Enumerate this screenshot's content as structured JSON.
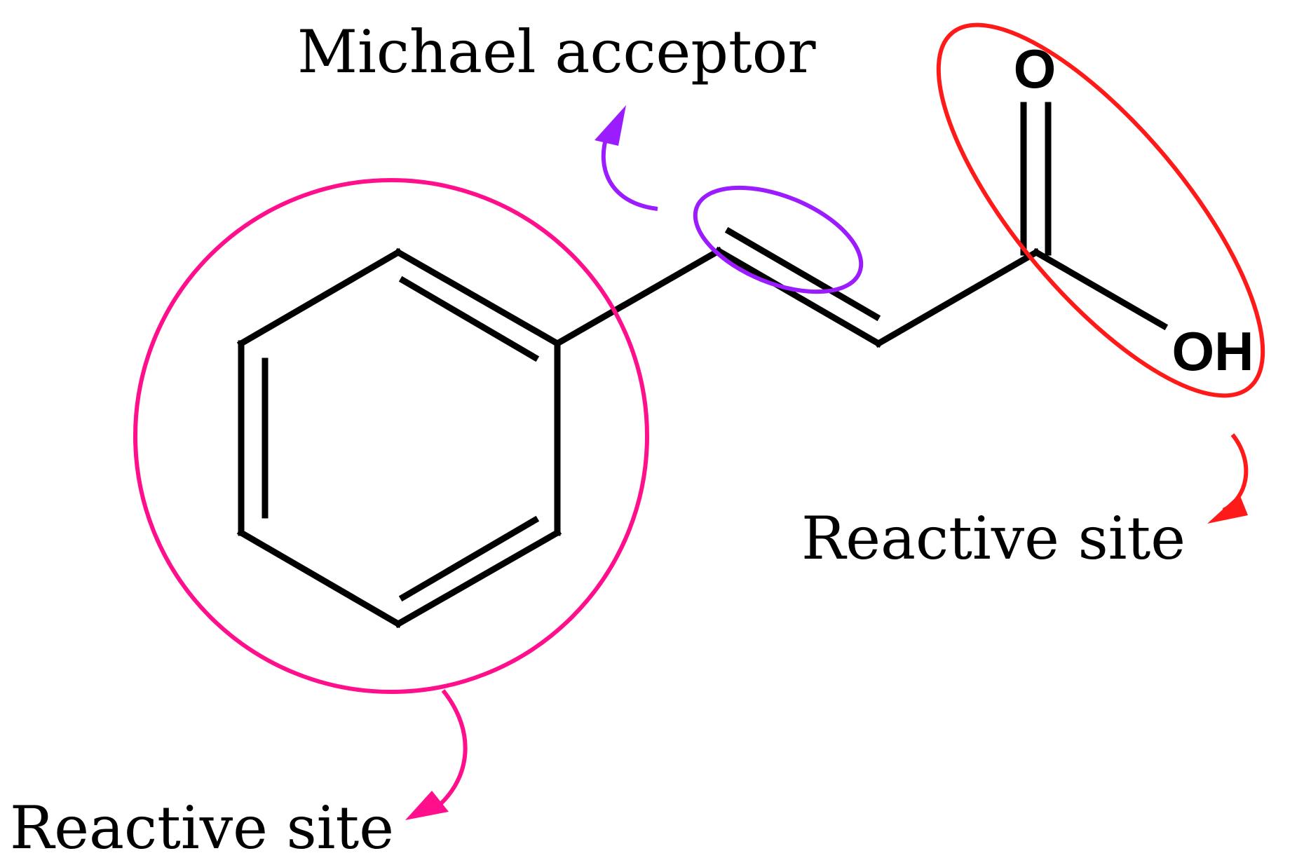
{
  "labels": {
    "michael_acceptor": "Michael acceptor",
    "reactive_site_right": "Reactive site",
    "reactive_site_left": "Reactive site"
  },
  "atoms": {
    "oxygen": "O",
    "hydroxyl": "OH"
  },
  "colors": {
    "bond": "#000000",
    "ring_highlight": "#ff0f8c",
    "alkene_highlight": "#9b1cff",
    "carboxyl_highlight": "#ff1a1a"
  }
}
